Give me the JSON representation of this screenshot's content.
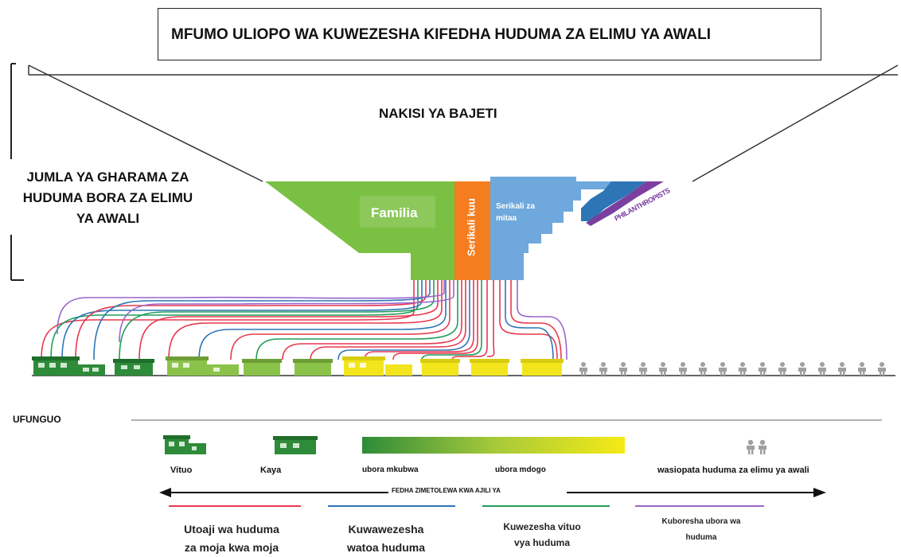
{
  "title": "MFUMO ULIOPO WA KUWEZESHA KIFEDHA HUDUMA ZA ELIMU YA AWALI",
  "funnel": {
    "budget_gap_label": "NAKISI YA BAJETI",
    "total_cost_label": "JUMLA YA GHARAMA ZA HUDUMA BORA ZA ELIMU YA AWALI",
    "sources": [
      {
        "label": "Familia",
        "color": "#7ac143"
      },
      {
        "label": "Serikali kuu",
        "color": "#f47d20"
      },
      {
        "label": "Serikali za mitaa",
        "color": "#6fa8dc"
      },
      {
        "label": "PHILANTHROPISTS",
        "color": "#7b3fa0"
      }
    ]
  },
  "legend": {
    "heading": "UFUNGUO",
    "centres_label": "Vituo",
    "home_label": "Kaya",
    "high_quality_label": "ubora mkubwa",
    "low_quality_label": "ubora mdogo",
    "unserved_label": "wasiopata huduma za elimu ya awali",
    "arrow_label": "FEDHA ZIMETOLEWA KWA AJILI YA",
    "flows": [
      {
        "label_line1": "Utoaji wa huduma",
        "label_line2": "za moja kwa moja",
        "color": "#e8384f"
      },
      {
        "label_line1": "Kuwawezesha",
        "label_line2": "watoa huduma",
        "color": "#2e75b6"
      },
      {
        "label_line1": "Kuwezesha vituo",
        "label_line2": "vya huduma",
        "color": "#1f9e5a"
      },
      {
        "label_line1": "Kuboresha ubora wa",
        "label_line2": "huduma",
        "color": "#9966cc"
      }
    ]
  },
  "colors": {
    "green_dark": "#2e8b3a",
    "green_light": "#8bc34a",
    "yellow": "#f2e51c",
    "grey_person": "#9e9e9e"
  }
}
